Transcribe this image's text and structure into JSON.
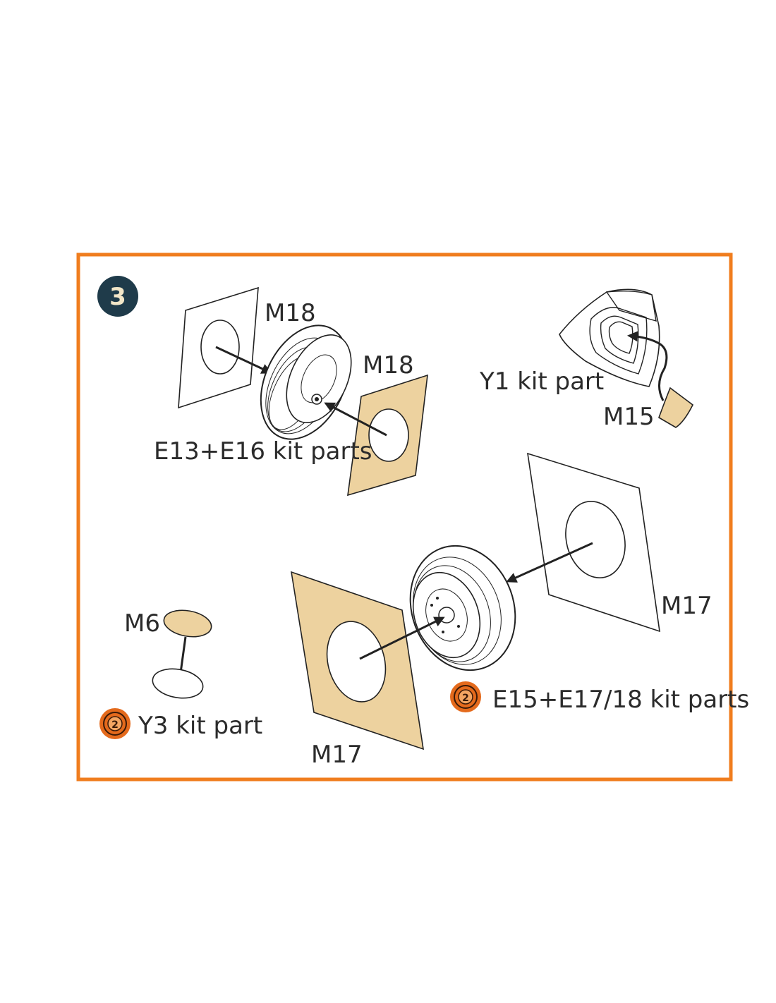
{
  "step": {
    "number": "3"
  },
  "labels": {
    "m18_top": "M18",
    "m18_mask": "M18",
    "e13_e16": "E13+E16 kit parts",
    "y1": "Y1 kit part",
    "m15": "M15",
    "m17_right": "M17",
    "m17_bottom": "M17",
    "m6": "M6",
    "y3": "Y3 kit part",
    "e15_e17_18": "E15+E17/18 kit parts"
  },
  "badge_symbol": "2",
  "colors": {
    "frame": "#f07d1e",
    "step_badge": "#1f3b4a",
    "mask_fill": "#edd29f",
    "line": "#222222",
    "paint_badge": "#e46a1c"
  }
}
